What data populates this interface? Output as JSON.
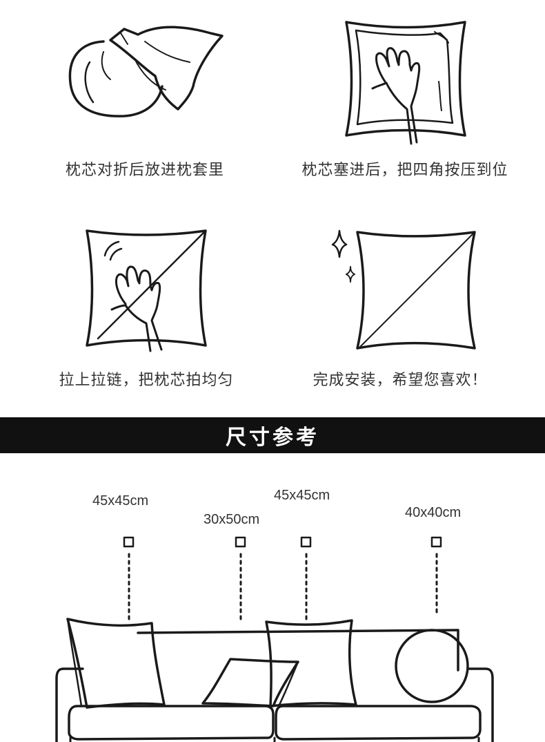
{
  "steps": [
    {
      "caption": "枕芯对折后放进枕套里",
      "icon": "pillow-fold-icon"
    },
    {
      "caption": "枕芯塞进后，把四角按压到位",
      "icon": "hand-press-corner-icon"
    },
    {
      "caption": "拉上拉链，把枕芯拍均匀",
      "icon": "hand-pat-pillow-icon"
    },
    {
      "caption": "完成安装，希望您喜欢！",
      "icon": "finished-pillow-sparkle-icon"
    }
  ],
  "size_section": {
    "title": "尺寸参考",
    "labels": [
      "45x45cm",
      "30x50cm",
      "45x45cm",
      "40x40cm"
    ]
  },
  "colors": {
    "banner_bg": "#111111",
    "banner_text": "#ffffff",
    "line": "#1a1a1a"
  }
}
